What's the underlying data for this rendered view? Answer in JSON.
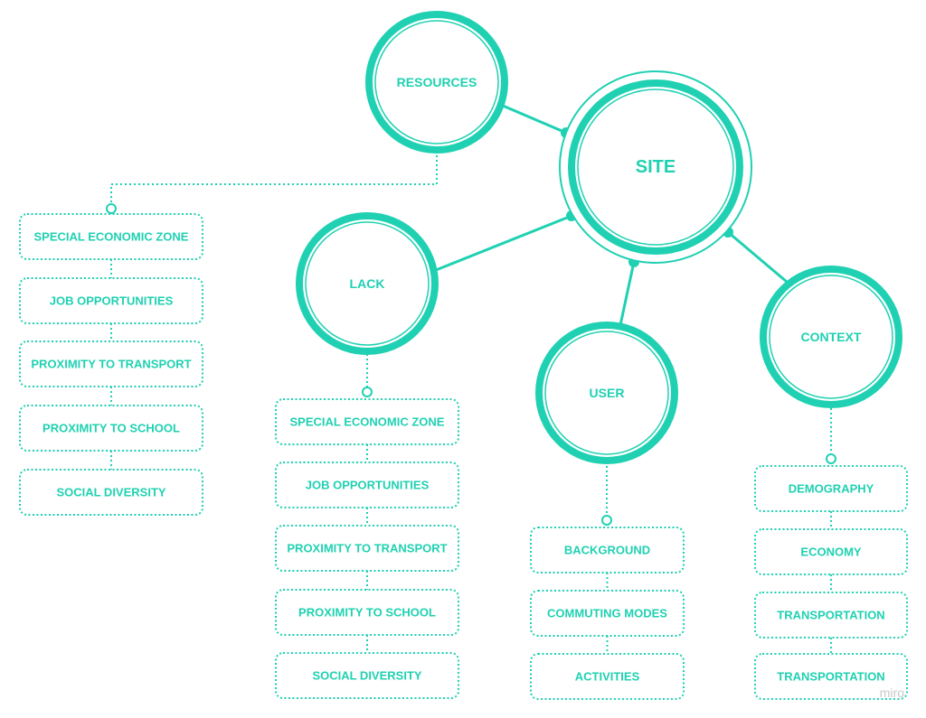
{
  "colors": {
    "accent": "#1fd1b2",
    "watermark": "#c8c8c8"
  },
  "nodes": {
    "site": "SITE",
    "resources": "RESOURCES",
    "lack": "LACK",
    "user": "USER",
    "context": "CONTEXT"
  },
  "resources_items": [
    "SPECIAL ECONOMIC ZONE",
    "JOB OPPORTUNITIES",
    "PROXIMITY TO TRANSPORT",
    "PROXIMITY TO SCHOOL",
    "SOCIAL DIVERSITY"
  ],
  "lack_items": [
    "SPECIAL ECONOMIC ZONE",
    "JOB OPPORTUNITIES",
    "PROXIMITY TO TRANSPORT",
    "PROXIMITY TO SCHOOL",
    "SOCIAL DIVERSITY"
  ],
  "user_items": [
    "BACKGROUND",
    "COMMUTING MODES",
    "ACTIVITIES"
  ],
  "context_items": [
    "DEMOGRAPHY",
    "ECONOMY",
    "TRANSPORTATION",
    "TRANSPORTATION"
  ],
  "watermark": "miro"
}
